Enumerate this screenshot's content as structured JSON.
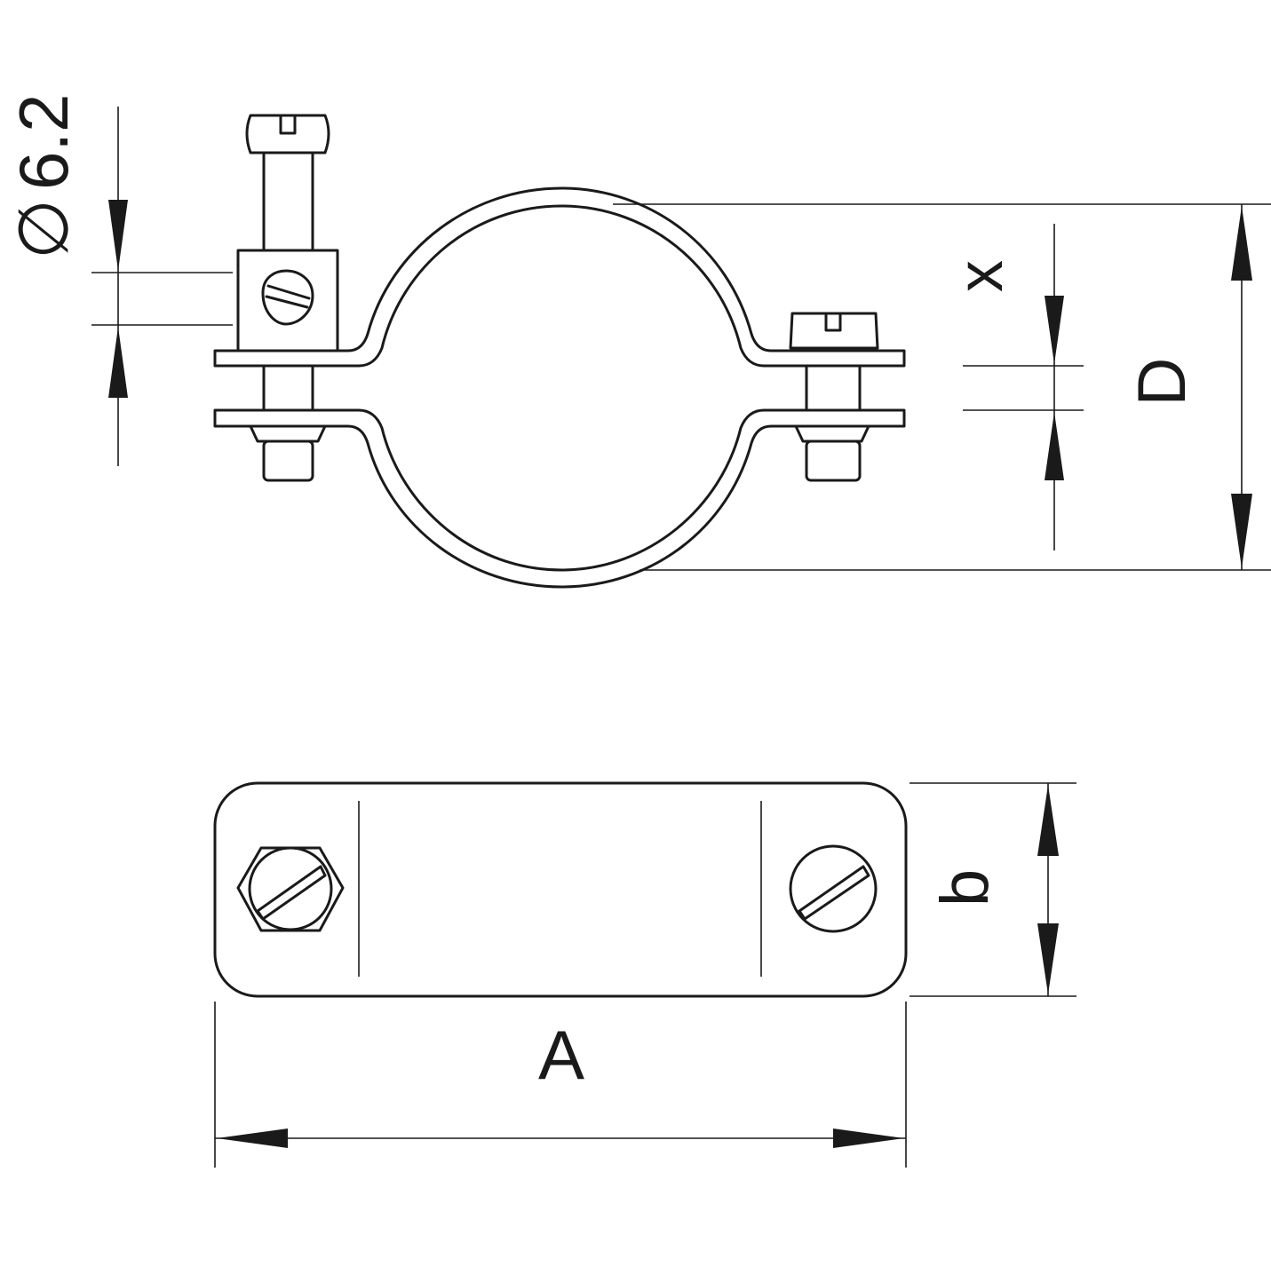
{
  "drawing": {
    "diameter_symbol": "∅",
    "hole_diameter": "6.2",
    "label_x": "x",
    "label_D": "D",
    "label_b": "b",
    "label_A": "A"
  }
}
